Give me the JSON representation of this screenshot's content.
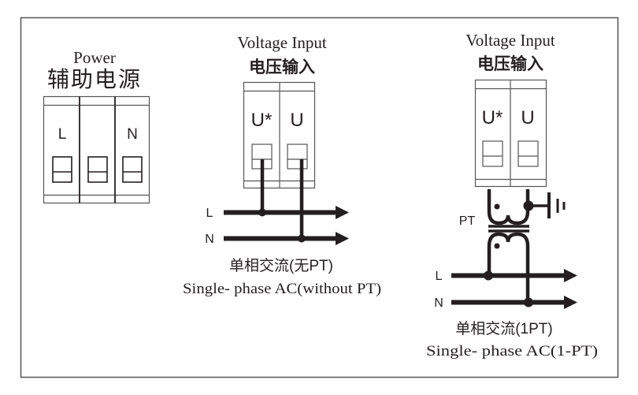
{
  "diagram": {
    "frame_color": "#555555",
    "ink_color": "#231f20",
    "power": {
      "title_en": "Power",
      "title_cn": "辅助电源",
      "terminals": [
        "L",
        "",
        "N"
      ]
    },
    "voltage_input_no_pt": {
      "title_en": "Voltage Input",
      "title_cn": "电压输入",
      "terminals": [
        "U*",
        "U"
      ],
      "line_labels": [
        "L",
        "N"
      ],
      "caption_cn": "单相交流(无PT)",
      "caption_en": "Single- phase AC(without PT)"
    },
    "voltage_input_1pt": {
      "title_en": "Voltage Input",
      "title_cn": "电压输入",
      "terminals": [
        "U*",
        "U"
      ],
      "transformer_label": "PT",
      "line_labels": [
        "L",
        "N"
      ],
      "caption_cn": "单相交流(1PT)",
      "caption_en": "Single- phase AC(1-PT)"
    }
  }
}
